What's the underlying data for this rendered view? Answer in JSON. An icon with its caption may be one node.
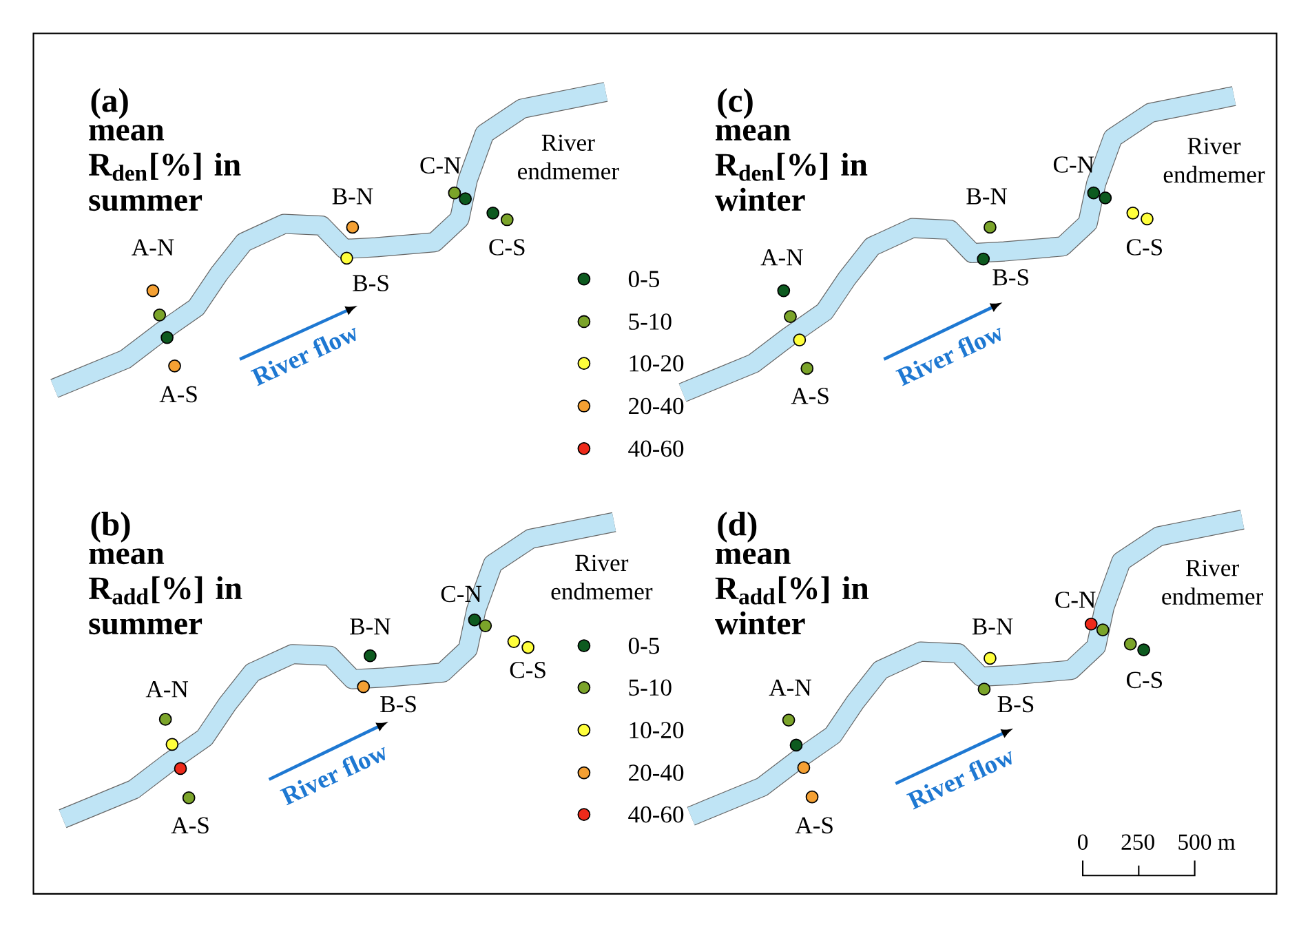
{
  "diagram": {
    "labels": [
      "(a)",
      "mean R$_{den}$[%] in summer",
      "A-N",
      "A-S",
      "B-N",
      "B-S",
      "C-N",
      "C-S",
      "River endmemer",
      "River flow",
      "(c)",
      "mean R$_{den}$[%] in winter",
      "A-N",
      "A-S",
      "B-N",
      "B-S",
      "C-N",
      "C-S",
      "River endmemer",
      "River flow",
      "(b)",
      "mean R$_{add}$[%] in summer",
      "A-N",
      "A-S",
      "B-N",
      "B-S",
      "C-N",
      "C-S",
      "River endmemer",
      "River flow",
      "(d)",
      "mean R$_{add}$[%] in winter",
      "A-N",
      "A-S",
      "B-N",
      "B-S",
      "C-N",
      "C-S",
      "River endmemer",
      "River flow",
      "0",
      "250",
      "500 m"
    ],
    "legend": [
      {
        "text": "0-5",
        "color": "#0d5a1f"
      },
      {
        "text": "5-10",
        "color": "#7ba42a"
      },
      {
        "text": "10-20",
        "color": "#ffff3c"
      },
      {
        "text": "20-40",
        "color": "#f4a033"
      },
      {
        "text": "40-60",
        "color": "#ee2a1a"
      },
      {
        "text": "0-5",
        "color": "#0d5a1f"
      },
      {
        "text": "5-10",
        "color": "#7ba42a"
      },
      {
        "text": "10-20",
        "color": "#ffff3c"
      },
      {
        "text": "20-40",
        "color": "#f4a033"
      },
      {
        "text": "40-60",
        "color": "#ee2a1a"
      }
    ]
  }
}
